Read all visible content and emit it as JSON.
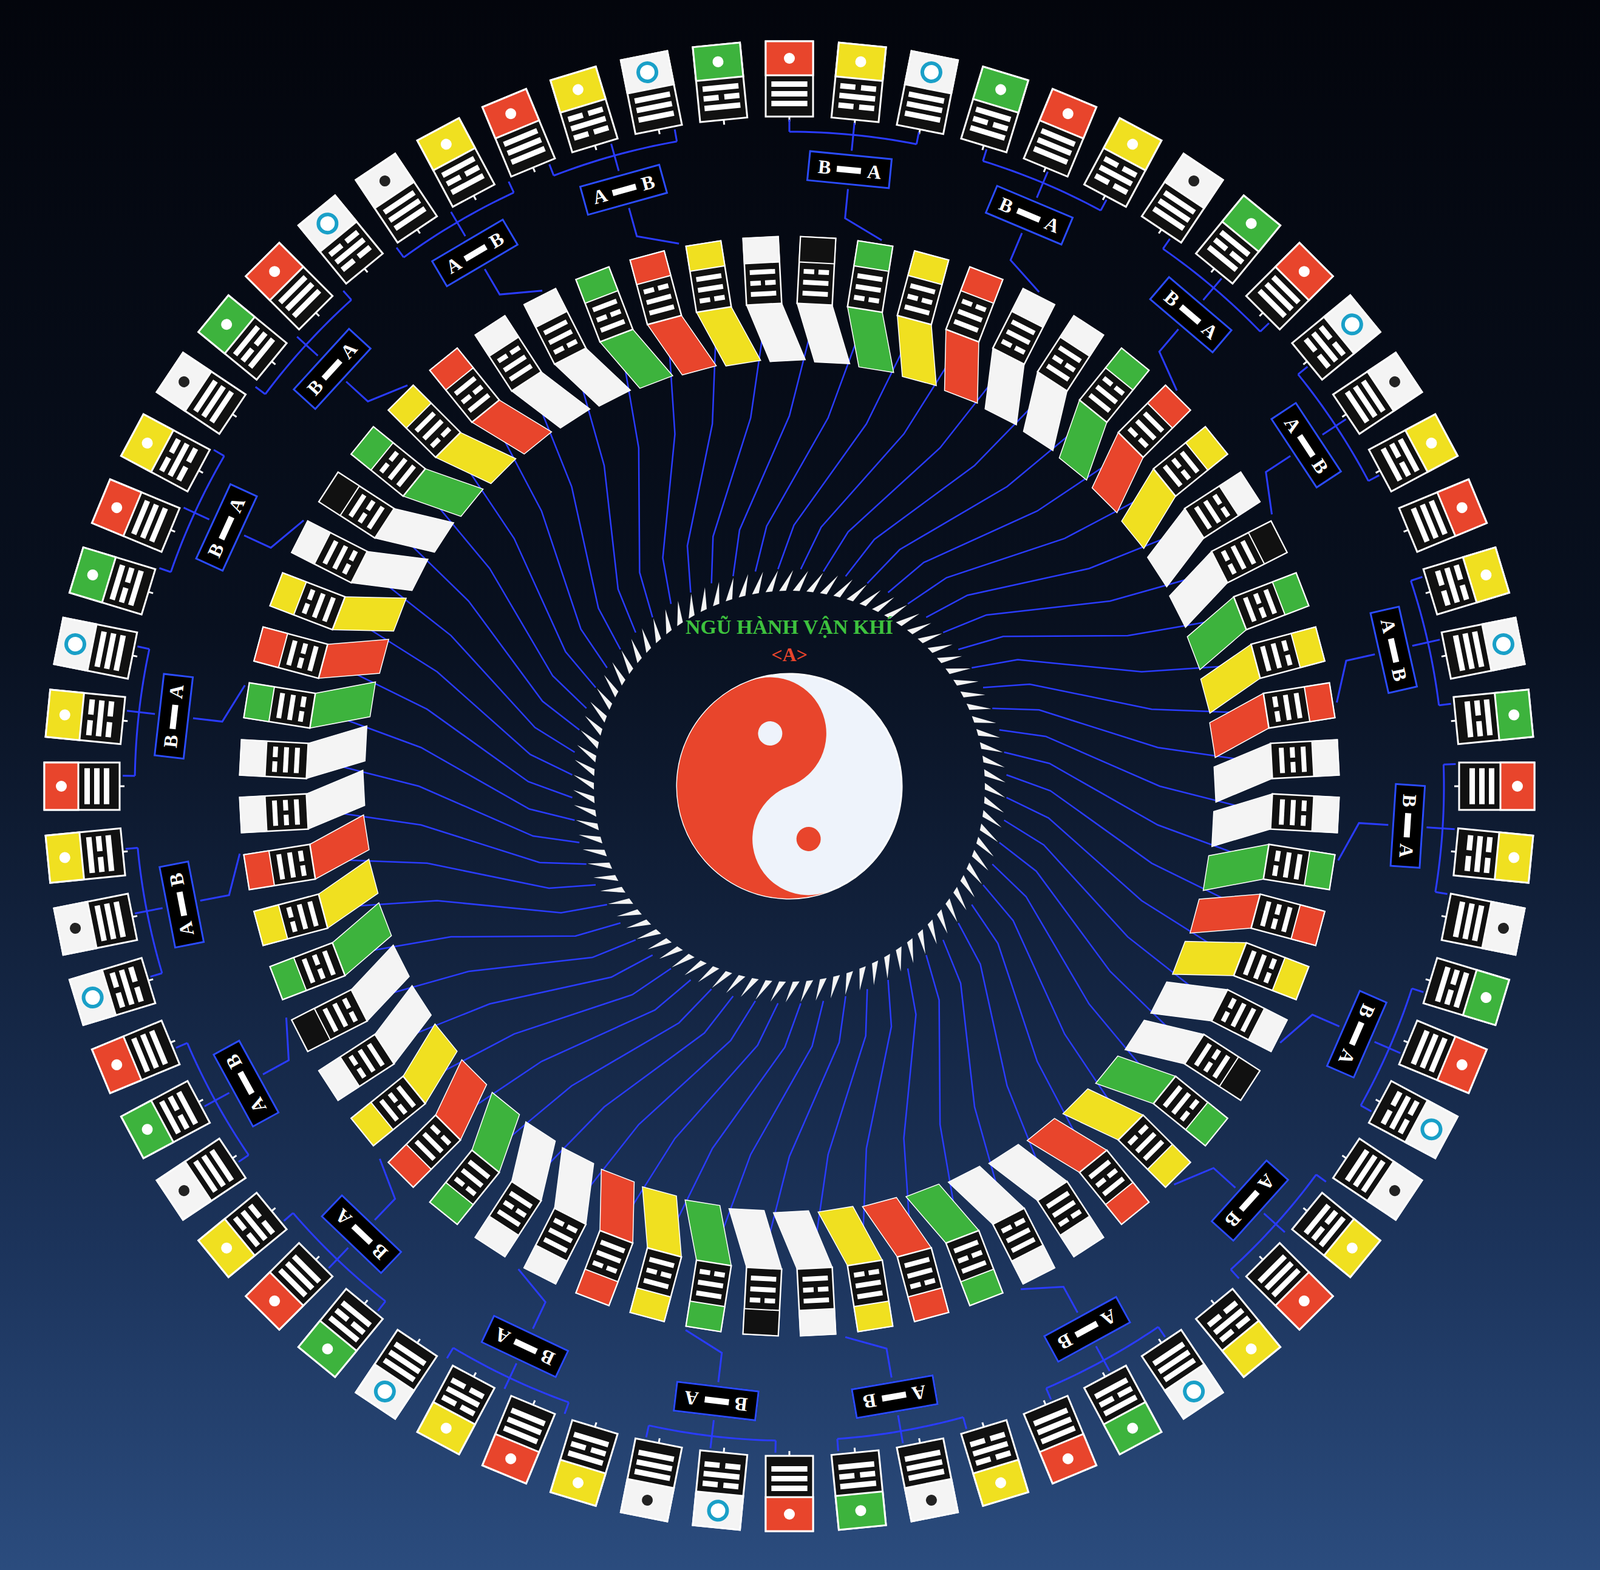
{
  "diagram": {
    "nodes": [
      {
        "text": [
          "B",
          "A"
        ]
      },
      {
        "text": [
          "B",
          "A"
        ]
      },
      {
        "text": [
          "B",
          "A"
        ]
      },
      {
        "text": [
          "A",
          "B"
        ]
      },
      {
        "text": [
          "A",
          "B"
        ]
      },
      {
        "text": [
          "B",
          "A"
        ]
      },
      {
        "text": [
          "B",
          "A"
        ]
      },
      {
        "text": [
          "A",
          "B"
        ]
      },
      {
        "text": [
          "A",
          "B"
        ]
      },
      {
        "text": [
          "A",
          "B"
        ]
      },
      {
        "text": [
          "B",
          "A"
        ]
      },
      {
        "text": [
          "B",
          "A"
        ]
      },
      {
        "text": [
          "B",
          "A"
        ]
      },
      {
        "text": [
          "A",
          "B"
        ]
      },
      {
        "text": [
          "A",
          "B"
        ]
      },
      {
        "text": [
          "B",
          "A"
        ]
      },
      {
        "text": [
          "B",
          "A"
        ]
      },
      {
        "text": [
          "B",
          "A"
        ]
      },
      {
        "text": [
          "A",
          "B"
        ]
      },
      {
        "text": [
          "A",
          "B"
        ]
      }
    ],
    "labels": [
      "NGŨ HÀNH VẬN KHÍ",
      "<A>"
    ]
  }
}
